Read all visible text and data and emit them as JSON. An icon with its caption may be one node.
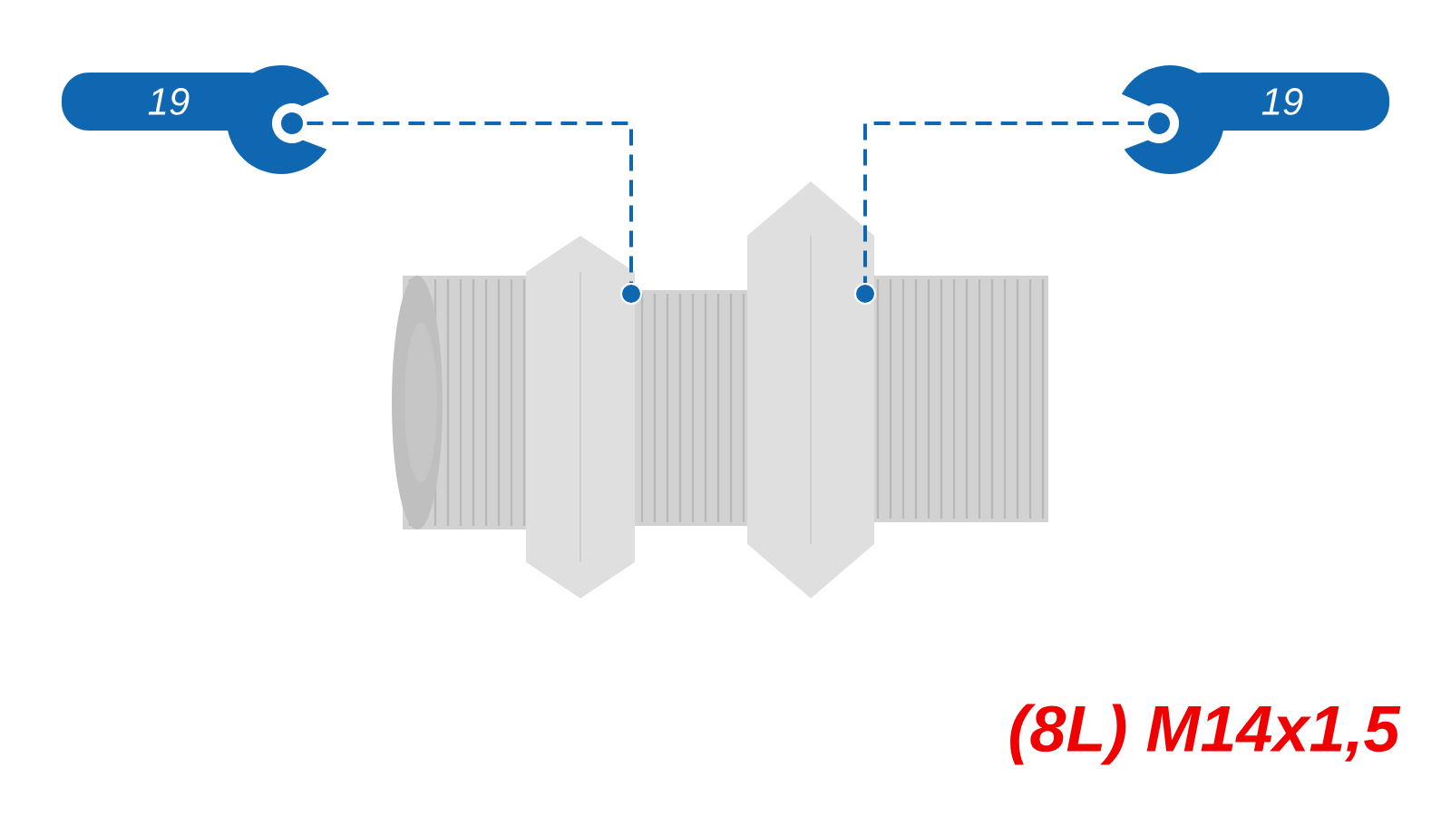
{
  "diagram": {
    "nodes": [
      {
        "text": [
          "19"
        ]
      },
      {
        "text": [
          "19"
        ]
      },
      {
        "text": [],
        "shape": "circle"
      },
      {
        "text": [],
        "shape": "circle"
      }
    ],
    "edges": [
      {
        "from": 0,
        "to": 2,
        "arrow": "none",
        "style": "dashed"
      },
      {
        "from": 1,
        "to": 3,
        "arrow": "none",
        "style": "dashed"
      }
    ],
    "labels": [
      "(8L) M14x1,5"
    ]
  }
}
